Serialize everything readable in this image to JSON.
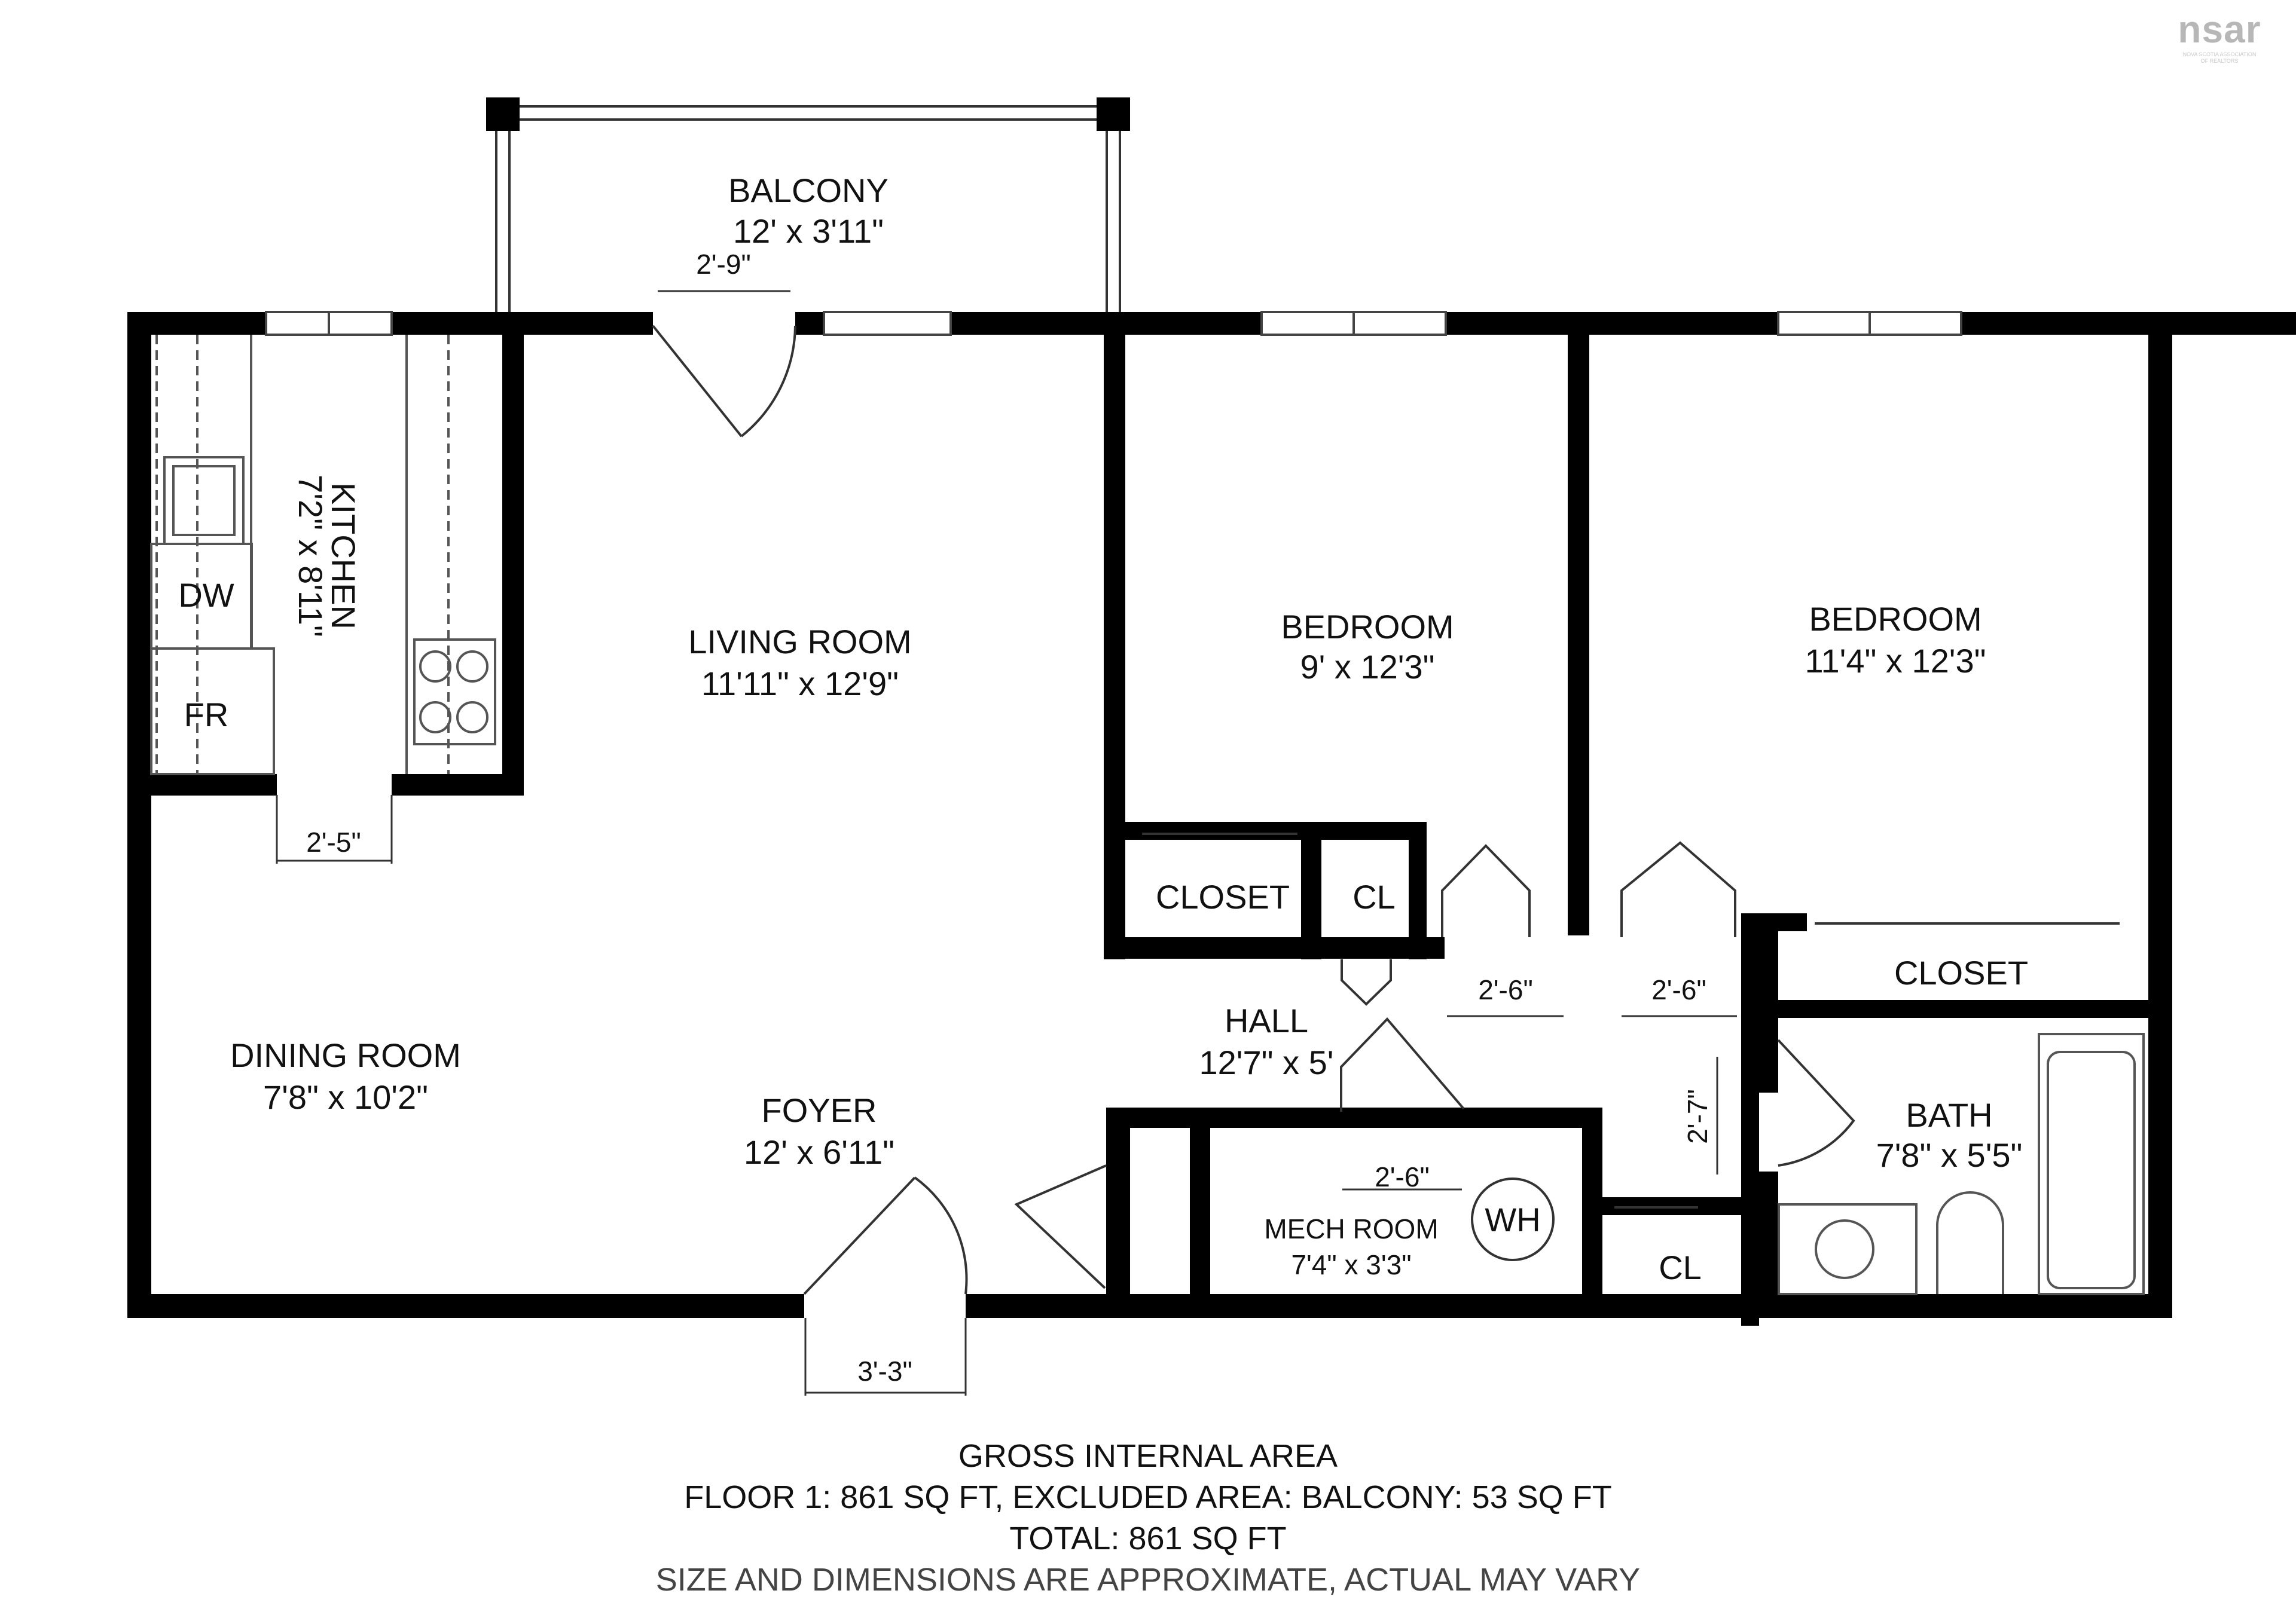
{
  "logo": {
    "word": "nsar",
    "sub1": "NOVA SCOTIA ASSOCIATION",
    "sub2": "OF REALTORS"
  },
  "rooms": {
    "balcony": {
      "name": "BALCONY",
      "dim": "12' x 3'11\""
    },
    "kitchen": {
      "name": "KITCHEN",
      "dim": "7'2\" x 8'11\""
    },
    "living": {
      "name": "LIVING ROOM",
      "dim": "11'11\" x 12'9\""
    },
    "bedroom1": {
      "name": "BEDROOM",
      "dim": "9' x 12'3\""
    },
    "bedroom2": {
      "name": "BEDROOM",
      "dim": "11'4\" x 12'3\""
    },
    "dining": {
      "name": "DINING ROOM",
      "dim": "7'8\" x 10'2\""
    },
    "foyer": {
      "name": "FOYER",
      "dim": "12' x 6'11\""
    },
    "hall": {
      "name": "HALL",
      "dim": "12'7\" x 5'"
    },
    "mech": {
      "name": "MECH ROOM",
      "dim": "7'4\" x 3'3\""
    },
    "bath": {
      "name": "BATH",
      "dim": "7'8\" x 5'5\""
    }
  },
  "fixtures": {
    "dw": "DW",
    "fr": "FR",
    "wh": "WH",
    "closet1": "CLOSET",
    "closet2": "CLOSET",
    "cl1": "CL",
    "cl2": "CL"
  },
  "doors": {
    "balcony_door": "2'-9\"",
    "kitchen_opening": "2'-5\"",
    "bed1_door": "2'-6\"",
    "bed2_door": "2'-6\"",
    "mech_door": "2'-6\"",
    "bath_door": "2'-7\"",
    "entry_door": "3'-3\""
  },
  "footer": {
    "line1": "GROSS INTERNAL AREA",
    "line2": "FLOOR 1: 861 SQ FT, EXCLUDED AREA: BALCONY: 53 SQ FT",
    "line3": "TOTAL: 861 SQ FT",
    "line4": "SIZE AND DIMENSIONS ARE APPROXIMATE, ACTUAL MAY VARY"
  },
  "colors": {
    "wall": "#000000",
    "fixture_line": "#555555",
    "logo": "#b7b7b7"
  }
}
